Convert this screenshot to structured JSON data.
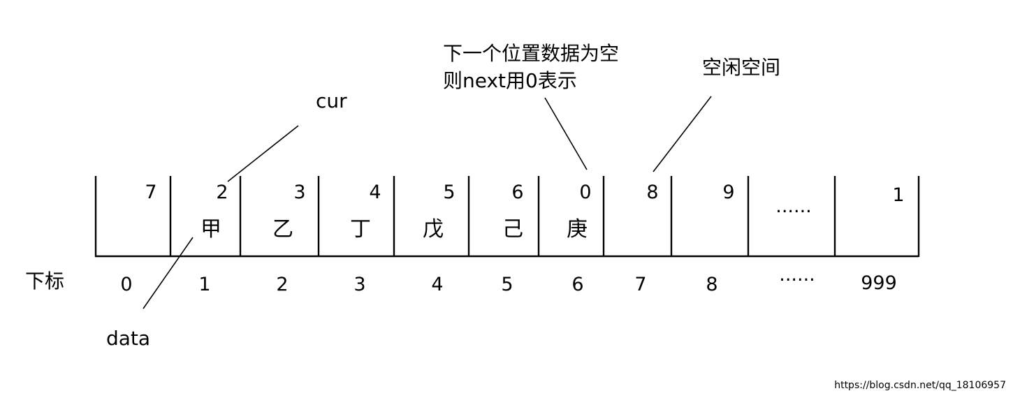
{
  "cells": [
    {
      "cur": "7",
      "data": "",
      "index": "0"
    },
    {
      "cur": "2",
      "data": "甲",
      "index": "1"
    },
    {
      "cur": "3",
      "data": "乙",
      "index": "2"
    },
    {
      "cur": "4",
      "data": "丁",
      "index": "3"
    },
    {
      "cur": "5",
      "data": "戊",
      "index": "4"
    },
    {
      "cur": "6",
      "data": "己",
      "index": "5"
    },
    {
      "cur": "0",
      "data": "庚",
      "index": "6"
    },
    {
      "cur": "8",
      "data": "",
      "index": "7"
    },
    {
      "cur": "9",
      "data": "",
      "index": "8"
    },
    {
      "cur": "......",
      "data": "",
      "index": "......"
    },
    {
      "cur": "1",
      "data": "",
      "index": "999"
    }
  ],
  "labels": {
    "index_row": "下标",
    "cur": "cur",
    "data": "data",
    "next_zero_line1": "下一个位置数据为空",
    "next_zero_line2": "则next用0表示",
    "free_space": "空闲空间"
  },
  "watermark": "https://blog.csdn.net/qq_18106957"
}
